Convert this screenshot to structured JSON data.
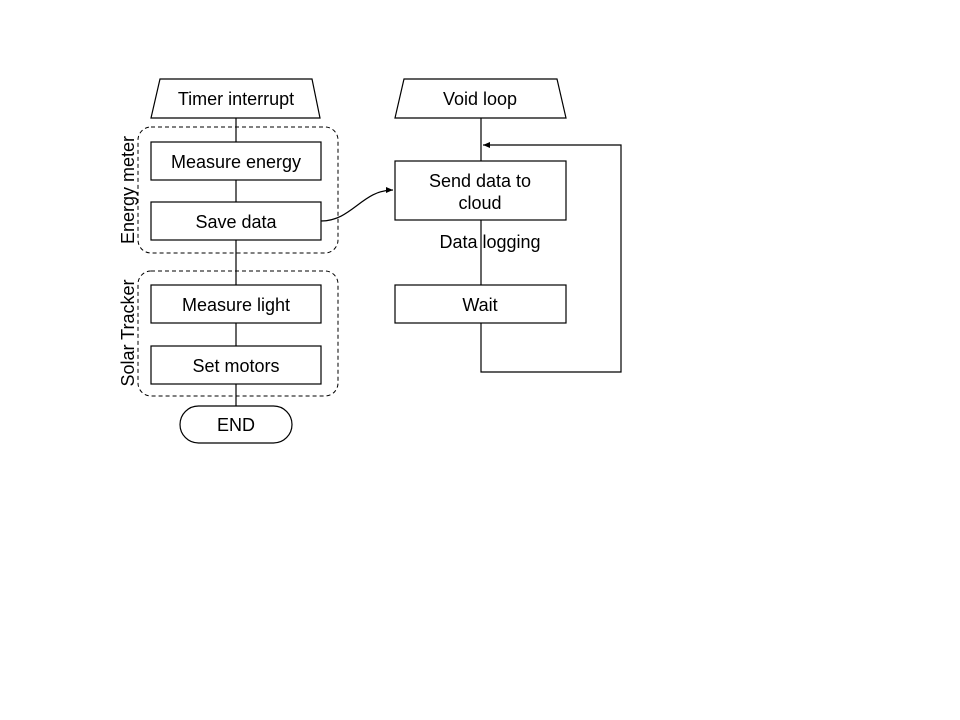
{
  "left_flow": {
    "start": "Timer interrupt",
    "group_energy": "Energy meter",
    "measure_energy": "Measure energy",
    "save_data": "Save data",
    "group_solar": "Solar Tracker",
    "measure_light": "Measure light",
    "set_motors": "Set motors",
    "end": "END"
  },
  "right_flow": {
    "start": "Void loop",
    "send_line1": "Send data to",
    "send_line2": "cloud",
    "logging_label": "Data logging",
    "wait": "Wait"
  }
}
